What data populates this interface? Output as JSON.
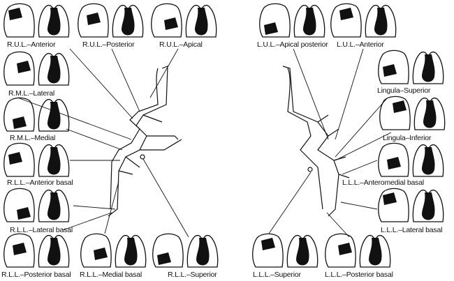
{
  "labels": {
    "rul_anterior": "R.U.L.–Anterior",
    "rul_posterior": "R.U.L.–Posterior",
    "rul_apical": "R.U.L.–Apical",
    "lul_apical_posterior": "L.U.L.–Apical posterior",
    "lul_anterior": "L.U.L.–Anterior",
    "rml_lateral": "R.M.L.–Lateral",
    "lingula_superior": "Lingula–Superior",
    "rml_medial": "R.M.L.–Medial",
    "lingula_inferior": "Lingula–Inferior",
    "rll_anterior_basal": "R.L.L.–Anterior basal",
    "lll_anteromedial_basal": "L.L.L.–Anteromedial basal",
    "rll_lateral_basal": "R.L.L.–Lateral basal",
    "lll_lateral_basal": "L.L.L.–Lateral basal",
    "rll_posterior_basal": "R.L.L.–Posterior basal",
    "rll_medial_basal": "R.L.L.–Medial basal",
    "rll_superior": "R.L.L.–Superior",
    "lll_superior": "L.L.L.–Superior",
    "lll_posterior_basal": "L.L.L.–Posterior basal"
  }
}
